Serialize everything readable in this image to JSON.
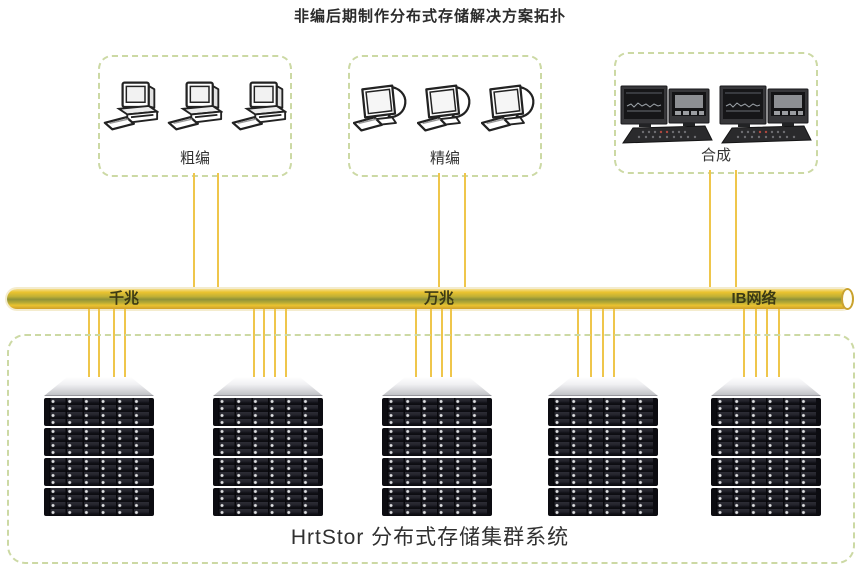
{
  "title": "非编后期制作分布式存储解决方案拓扑",
  "groups": [
    {
      "label": "粗编",
      "icon": "desktop-computer-icon",
      "count": 3
    },
    {
      "label": "精编",
      "icon": "crt-monitor-icon",
      "count": 3
    },
    {
      "label": "合成",
      "icon": "editing-workstation-icon",
      "count": 2
    }
  ],
  "bus": {
    "labels": [
      {
        "text": "千兆"
      },
      {
        "text": "万兆"
      },
      {
        "text": "IB网络"
      }
    ],
    "color": "#E8C431"
  },
  "storage": {
    "label": "HrtStor 分布式存储集群系统",
    "stack_count": 5,
    "units_per_stack": 4
  },
  "colors": {
    "dashed_border": "#CCD9A4",
    "connector_line": "#EFC64B",
    "bus_gold": "#E8C431",
    "bus_olive": "#8F9238"
  }
}
